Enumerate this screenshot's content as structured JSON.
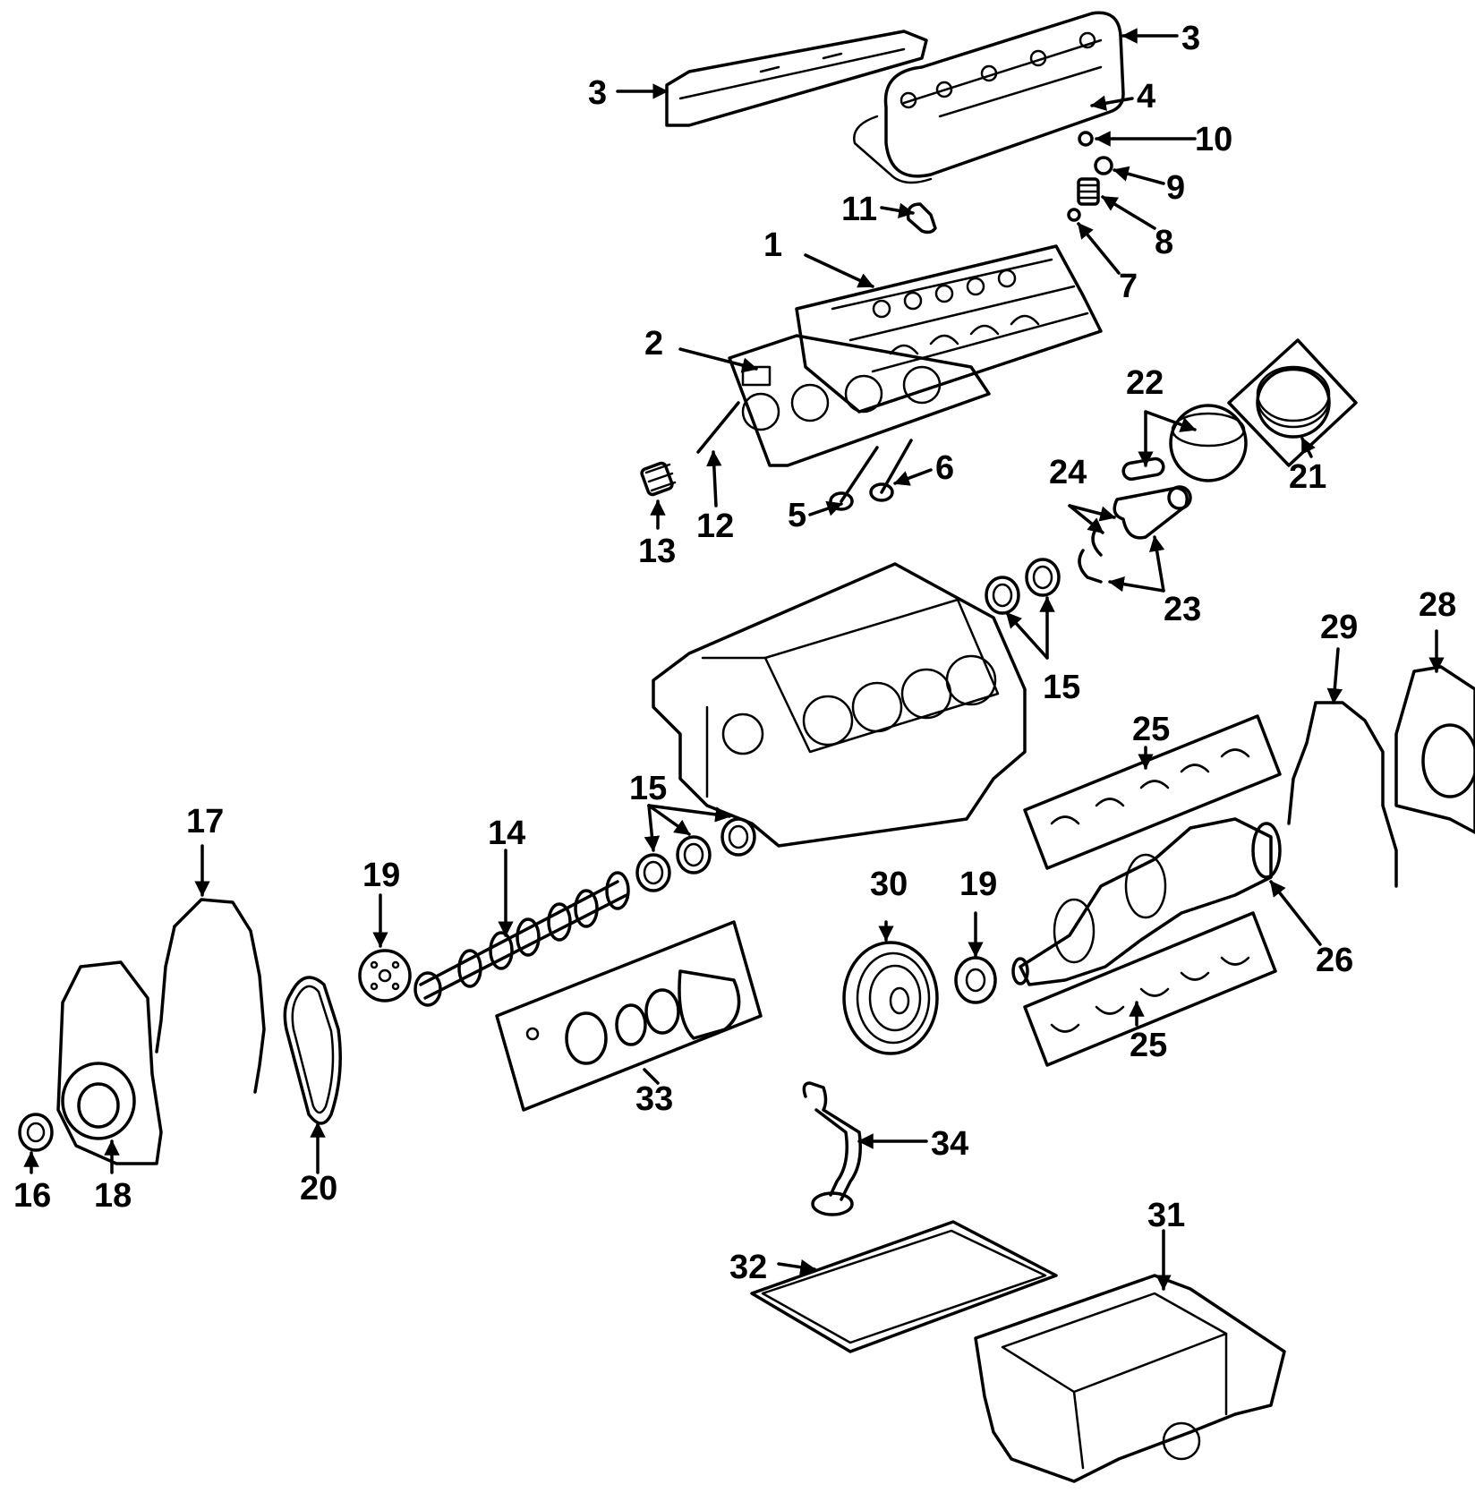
{
  "labels": {
    "l1": "1",
    "l2": "2",
    "l3a": "3",
    "l3b": "3",
    "l4": "4",
    "l5": "5",
    "l6": "6",
    "l7": "7",
    "l8": "8",
    "l9": "9",
    "l10": "10",
    "l11": "11",
    "l12": "12",
    "l13": "13",
    "l14": "14",
    "l15a": "15",
    "l15b": "15",
    "l16": "16",
    "l17": "17",
    "l18": "18",
    "l19a": "19",
    "l19b": "19",
    "l20": "20",
    "l21": "21",
    "l22": "22",
    "l23": "23",
    "l24": "24",
    "l25a": "25",
    "l25b": "25",
    "l26": "26",
    "l28": "28",
    "l29": "29",
    "l30": "30",
    "l31": "31",
    "l32": "32",
    "l33": "33",
    "l34": "34"
  },
  "colors": {
    "ink": "#000000",
    "paper": "#ffffff"
  }
}
